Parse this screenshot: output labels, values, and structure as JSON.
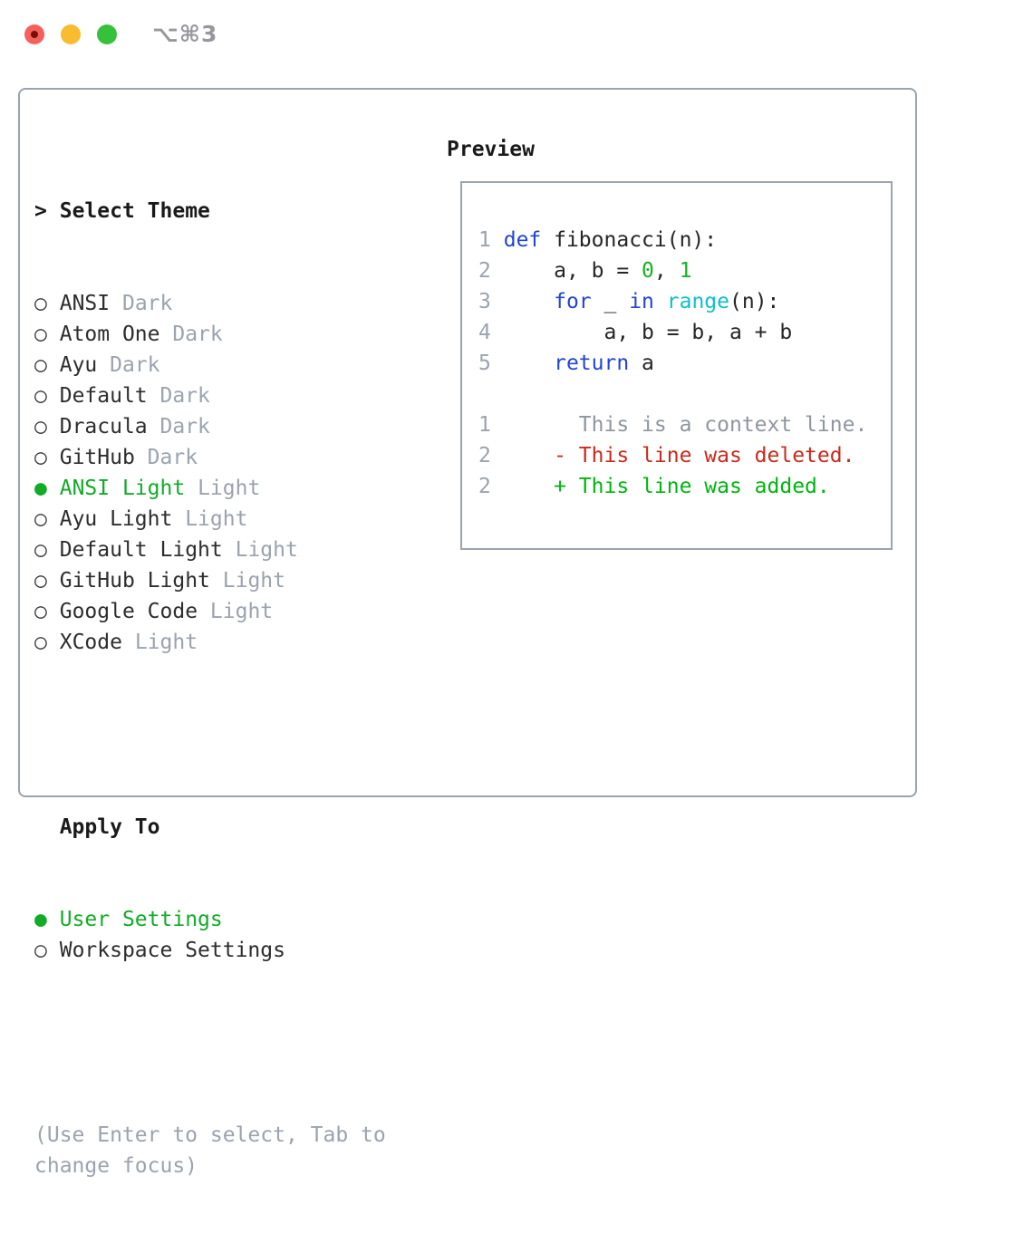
{
  "titlebar": {
    "shortcut": "⌥⌘3"
  },
  "glyphs": {
    "radio_on": "●",
    "radio_off": "○",
    "prompt": ">"
  },
  "theme_picker": {
    "title": "Select Theme",
    "items": [
      {
        "name": "ANSI",
        "tag": "Dark",
        "selected": false
      },
      {
        "name": "Atom One",
        "tag": "Dark",
        "selected": false
      },
      {
        "name": "Ayu",
        "tag": "Dark",
        "selected": false
      },
      {
        "name": "Default",
        "tag": "Dark",
        "selected": false
      },
      {
        "name": "Dracula",
        "tag": "Dark",
        "selected": false
      },
      {
        "name": "GitHub",
        "tag": "Dark",
        "selected": false
      },
      {
        "name": "ANSI Light",
        "tag": "Light",
        "selected": true
      },
      {
        "name": "Ayu Light",
        "tag": "Light",
        "selected": false
      },
      {
        "name": "Default Light",
        "tag": "Light",
        "selected": false
      },
      {
        "name": "GitHub Light",
        "tag": "Light",
        "selected": false
      },
      {
        "name": "Google Code",
        "tag": "Light",
        "selected": false
      },
      {
        "name": "XCode",
        "tag": "Light",
        "selected": false
      }
    ]
  },
  "apply_to": {
    "title": "Apply To",
    "options": [
      {
        "name": "User Settings",
        "selected": true
      },
      {
        "name": "Workspace Settings",
        "selected": false
      }
    ]
  },
  "hint_lines": [
    "(Use Enter to select, Tab to",
    "change focus)"
  ],
  "preview": {
    "title": "Preview",
    "lines": [
      {
        "num": "1",
        "tokens": [
          [
            "def",
            "kw"
          ],
          [
            " fibonacci(n):",
            "plain"
          ]
        ]
      },
      {
        "num": "2",
        "tokens": [
          [
            "    a, b = ",
            "plain"
          ],
          [
            "0",
            "num"
          ],
          [
            ", ",
            "plain"
          ],
          [
            "1",
            "num"
          ]
        ]
      },
      {
        "num": "3",
        "tokens": [
          [
            "    ",
            "plain"
          ],
          [
            "for",
            "kw"
          ],
          [
            " _ ",
            "plain"
          ],
          [
            "in",
            "kw"
          ],
          [
            " ",
            "plain"
          ],
          [
            "range",
            "fn"
          ],
          [
            "(n):",
            "plain"
          ]
        ]
      },
      {
        "num": "4",
        "tokens": [
          [
            "        a, b = b, a + b",
            "plain"
          ]
        ]
      },
      {
        "num": "5",
        "tokens": [
          [
            "    ",
            "plain"
          ],
          [
            "return",
            "kw"
          ],
          [
            " a",
            "plain"
          ]
        ]
      },
      {
        "num": "",
        "tokens": []
      },
      {
        "num": "1",
        "tokens": [
          [
            "      This is a context line.",
            "ctx"
          ]
        ]
      },
      {
        "num": "2",
        "tokens": [
          [
            "    - This line was deleted.",
            "del"
          ]
        ]
      },
      {
        "num": "2",
        "tokens": [
          [
            "    + This line was added.",
            "add"
          ]
        ]
      }
    ]
  },
  "colors": {
    "border_gray": "#9aa3ae",
    "text_dark": "#2d2d2d",
    "muted_gray": "#9aa3ae",
    "selection_green": "#12ab28",
    "keyword_blue": "#2145d3",
    "builtin_cyan": "#0ec0c8",
    "number_green": "#12b41e",
    "diff_deleted_red": "#c92a1c",
    "diff_added_green": "#00b50f",
    "traffic_red": "#f4615c",
    "traffic_yellow": "#f8bc2e",
    "traffic_green": "#35c13b"
  }
}
